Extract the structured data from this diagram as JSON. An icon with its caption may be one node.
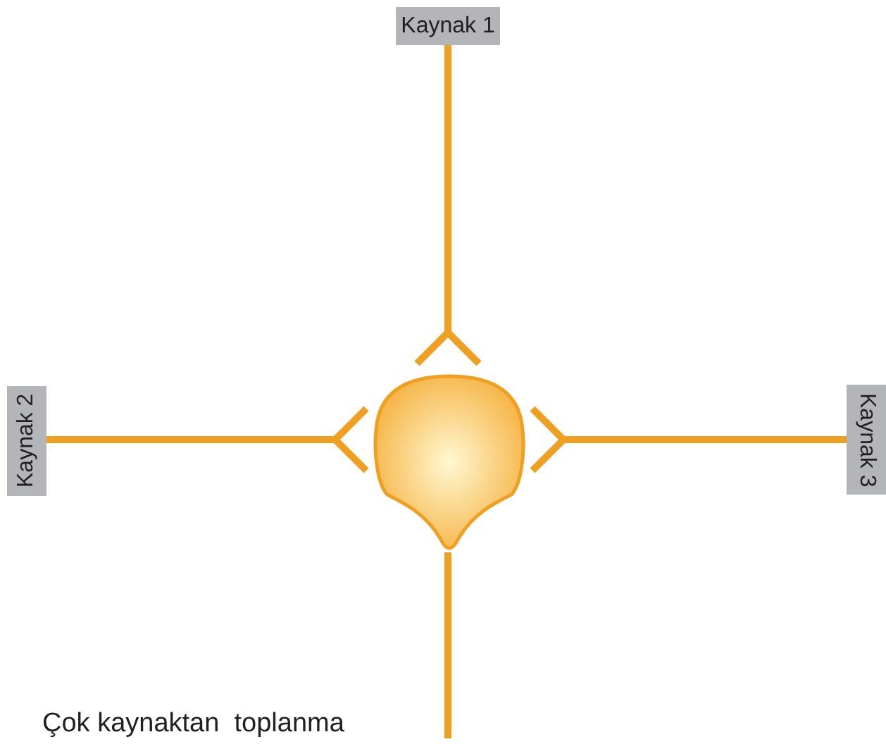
{
  "diagram": {
    "caption": "Çok kaynaktan  toplanma",
    "nodes": [
      {
        "text": [
          "Kaynak 1"
        ]
      },
      {
        "text": [
          "Kaynak 2"
        ]
      },
      {
        "text": [
          "Kaynak 3"
        ]
      },
      {
        "text": [],
        "shape": "drop"
      }
    ],
    "edges": [
      {
        "from": 0,
        "to": 3,
        "arrow": "other"
      },
      {
        "from": 1,
        "to": 3,
        "arrow": "other"
      },
      {
        "from": 2,
        "to": 3,
        "arrow": "other"
      },
      {
        "from": 3,
        "to": null,
        "arrow": "none"
      }
    ]
  }
}
